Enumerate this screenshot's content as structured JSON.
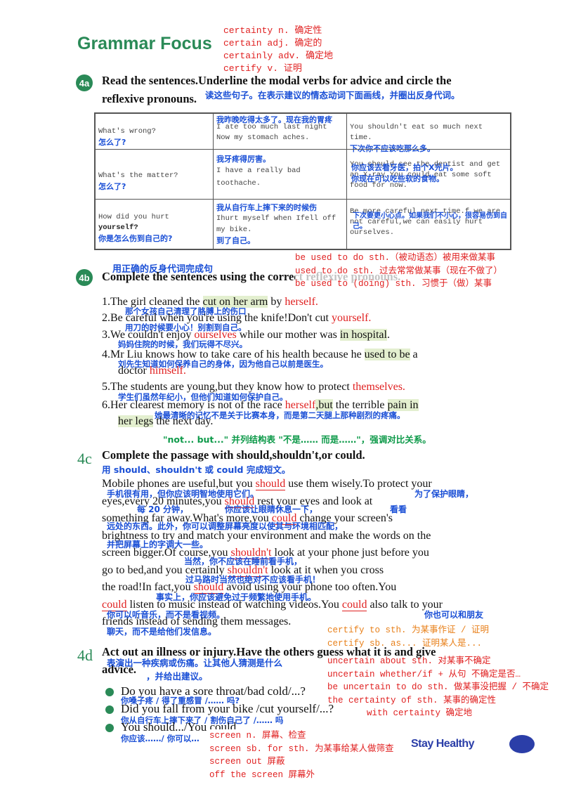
{
  "title": "Grammar Focus",
  "vocab_top": [
    "certainty n. 确定性",
    "certain adj. 确定的",
    "certainly adv. 确定地",
    "certify v. 证明"
  ],
  "s4a": {
    "badge": "4a",
    "heading_line1": "Read the sentences.Underline the modal verbs for advice and circle the",
    "heading_line2": "reflexive pronouns.",
    "cn": "读这些句子。在表示建议的情态动词下面画线，并圈出反身代词。"
  },
  "table": {
    "rows": [
      {
        "q": "What's wrong?",
        "q_cn": "怎么了?",
        "a_cn": "我昨晚吃得太多了。现在我的胃疼",
        "a": "I ate too much last night Now my stomach aches.",
        "advice": "You shouldn't eat so much next time.",
        "advice_cn": "下次你不应该吃那么多。"
      },
      {
        "q": "What's the matter?",
        "q_cn": "怎么了?",
        "a_cn": "我牙疼得厉害。",
        "a": "I have a really bad toothache.",
        "advice": "You should see the dentist and get an X-ray.You could eat some soft food for now.",
        "advice_cn1": "你应该去看牙医，拍个X光片。",
        "advice_cn2": "你现在可以吃些软的食物。"
      },
      {
        "q_pre": "How did you hurt ",
        "q_bold": "yourself?",
        "q_cn": "你是怎么伤到自己的?",
        "a_cn": "我从自行车上摔下来的时候伤",
        "a": "Ihurt myself when Ifell off my bike.",
        "a_cn2": "到了自己。",
        "advice": "Be more careful next time.f we are not careful,we can easily hurt ourselves.",
        "advice_cn": "下次要更小心点。如果我们不小心，很容易伤到自己。"
      }
    ]
  },
  "s4b": {
    "badge": "4b",
    "cn_top": "用正确的反身代词完成句",
    "heading": "Complete the sentences using the correct reflexive pronouns.",
    "notes": [
      "be used to do sth.（被动语态）被用来做某事",
      "used to do sth. 过去常常做某事（现在不做了）",
      "be used to (doing) sth. 习惯于（做）某事"
    ],
    "items": [
      {
        "pre": "1.The girl cleaned the ",
        "hl": "cut on her arm",
        "post": " by ",
        "ans": "herself.",
        "cn": "那个女孩自己清理了胳膊上的伤口"
      },
      {
        "pre": "2.Be careful when you're using the knife!Don't cut ",
        "ans": "yourself.",
        "cn": "用刀的时候要小心！别割到自己。"
      },
      {
        "pre": "3.We couldn't enjoy ",
        "ans": "ourselves",
        "post": " while our mother was ",
        "hl": "in hospital",
        "end": ".",
        "cn": "妈妈住院的时候，我们玩得不尽兴。"
      },
      {
        "pre": "4.Mr Liu knows how to take care of his health because he ",
        "hl": "used to be",
        "post": " a",
        "line2": "doctor ",
        "ans": "himself.",
        "cn": "刘先生知道如何保养自己的身体，因为他自己以前是医生。"
      },
      {
        "pre": "5.The students are young,but they know how to protect ",
        "ans": "themselves.",
        "cn": "学生们虽然年纪小，但他们知道如何保护自己。"
      },
      {
        "pre": "6.Her clearest memory is not of the race ",
        "ans": "herself",
        "hl1": ",but",
        "mid": " the terrible ",
        "hl2": "pain in",
        "line2": "her legs",
        "line2_post": " the next day.",
        "cn": "她最清晰的记忆不是关于比赛本身，而是第二天腿上那种剧烈的疼痛。"
      }
    ],
    "note_green": "\"not... but...\" 并列结构表 \"不是…… 而是……\"，强调对比关系。"
  },
  "s4c": {
    "label": "4c",
    "heading": "Complete the passage with should,shouldn't,or could.",
    "cn": "用 should、shouldn't 或 could 完成短文。",
    "lines": [
      [
        "Mobile phones are useful,but you ",
        "should",
        " use them wisely.To protect your"
      ],
      [
        "eyes,every 20 minutes,you ",
        "should",
        " rest your eyes and look at"
      ],
      [
        "something far away.What's more,you ",
        "could",
        " change your screen's"
      ],
      [
        "brightness to try and match your environment and make the words on the",
        "",
        ""
      ],
      [
        "screen bigger.Of course,you ",
        "shouldn't",
        " look at your phone just before you"
      ],
      [
        "go to bed,and you certainly ",
        "shouldn't",
        " look at it when you cross"
      ],
      [
        "the road!In fact,you ",
        "should",
        " avoid using your phone too often.You"
      ],
      [
        "",
        "could",
        " listen to music instead of watching videos.You ",
        "could",
        " also talk to your"
      ],
      [
        "friends instead of sending them messages.",
        "",
        ""
      ]
    ],
    "cn_lines": [
      "手机很有用，但你应该明智地使用它们。",
      "为了保护眼睛，",
      "每 20 分钟，",
      "你应该让眼睛休息一下，",
      "看看",
      "远处的东西。此外，你可以调整屏幕亮度以使其与环境相匹配，",
      "并把屏幕上的字调大一些。",
      "当然，你不应该在睡前看手机，",
      "过马路时当然也绝对不应该看手机！",
      "事实上，你应该避免过于频繁地使用手机。",
      "你可以听音乐，而不是看视频。",
      "你也可以和朋友",
      "聊天，而不是给他们发信息。"
    ],
    "vocab": [
      "certify to sth. 为某事作证 / 证明",
      "certify sb. as... 证明某人是..."
    ]
  },
  "s4d": {
    "label": "4d",
    "heading": "Act out an illness or injury.Have the others guess what it is and give",
    "heading2": "advice.",
    "cn1": "表演出一种疾病或伤痛。让其他人猜测是什么",
    "cn2": "，并给出建议。",
    "bullets": [
      {
        "text": "Do you have a sore throat/bad cold/...?",
        "cn": "你嗓子疼 / 得了重感冒 /…… 吗?"
      },
      {
        "text": "Did you fall from your bike /cut yourself/...?",
        "cn": "你从自行车上摔下来了 / 割伤自己了 /…… 吗"
      },
      {
        "text": "You should.../You could",
        "cn": "你应该……/ 你可以…"
      }
    ],
    "vocab_red": [
      "uncertain about sth. 对某事不确定",
      "uncertain whether/if + 从句 不确定是否…",
      "be uncertain to do sth. 做某事没把握 / 不确定",
      "the certainty of sth. 某事的确定性",
      "with certainty 确定地"
    ],
    "vocab_bottom": [
      "screen n. 屏幕、检查",
      "screen sb. for sth. 为某事给某人做筛查",
      "screen out 屏蔽",
      "off the screen 屏幕外"
    ]
  },
  "footer": "Stay Healthy",
  "colors": {
    "green": "#2a8a57",
    "red": "#e02020",
    "blue": "#1a4fd6",
    "orange": "#e8801a",
    "navy": "#2b3ea8"
  }
}
